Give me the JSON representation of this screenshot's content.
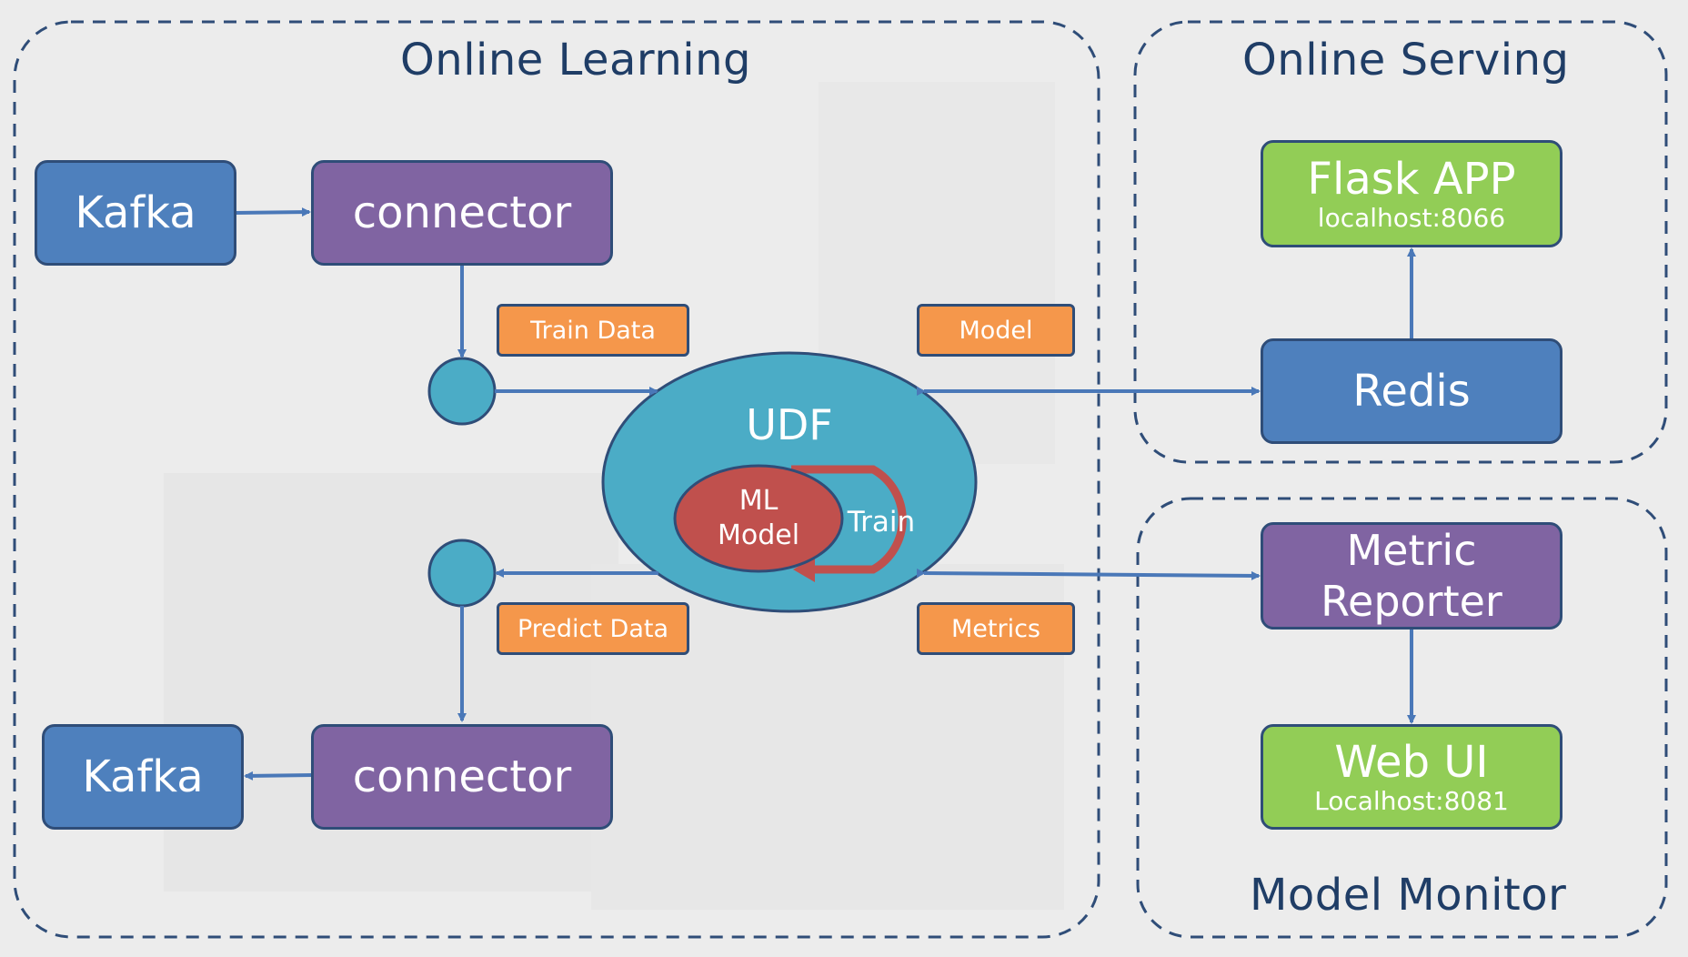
{
  "groups": {
    "learning": {
      "title": "Online Learning"
    },
    "serving": {
      "title": "Online Serving"
    },
    "monitor": {
      "title": "Model Monitor"
    }
  },
  "nodes": {
    "kafka_in": {
      "label": "Kafka"
    },
    "connector_in": {
      "label": "connector"
    },
    "kafka_out": {
      "label": "Kafka"
    },
    "connector_out": {
      "label": "connector"
    },
    "udf": {
      "label": "UDF"
    },
    "ml_model": {
      "line1": "ML",
      "line2": "Model"
    },
    "train": {
      "label": "Train"
    },
    "flask": {
      "label": "Flask APP",
      "sub": "localhost:8066"
    },
    "redis": {
      "label": "Redis"
    },
    "metric_reporter": {
      "line1": "Metric",
      "line2": "Reporter"
    },
    "web_ui": {
      "label": "Web UI",
      "sub": "Localhost:8081"
    }
  },
  "tags": {
    "train_data": "Train Data",
    "model": "Model",
    "predict_data": "Predict Data",
    "metrics": "Metrics"
  },
  "colors": {
    "blue": "#4e80bd",
    "purple": "#8064a2",
    "green": "#92cd56",
    "orange": "#f5974b",
    "teal": "#4bacc6",
    "red": "#c0504d",
    "border": "#2f4d78",
    "arrow": "#4a78b8",
    "title": "#1f3d66"
  }
}
